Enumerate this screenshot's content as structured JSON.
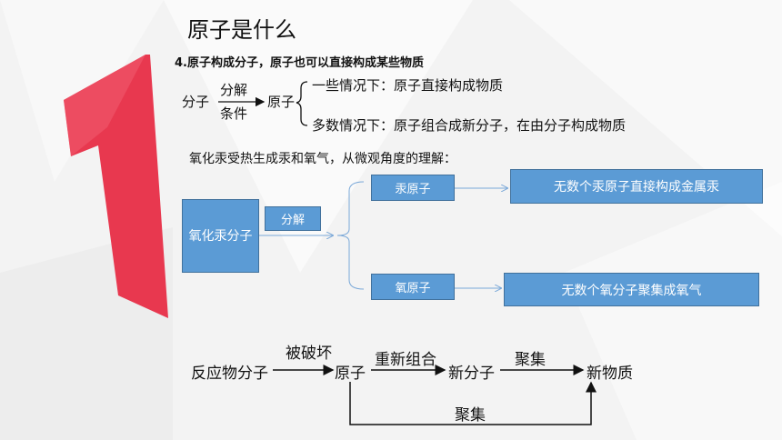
{
  "slide": {
    "title": "原子是什么",
    "subtitle": "4.原子构成分子，原子也可以直接构成某些物质"
  },
  "decomposition": {
    "left": "分子",
    "arrow_top": "分解",
    "arrow_bottom": "条件",
    "right": "原子",
    "case1": "一些情况下：原子直接构成物质",
    "case2": "多数情况下：原子组合成新分子，在由分子构成物质"
  },
  "mercury": {
    "intro": "氧化汞受热生成汞和氧气，从微观角度的理解：",
    "source_box": "氧化汞分子",
    "decompose_box": "分解",
    "atom1": "汞原子",
    "result1": "无数个汞原子直接构成金属汞",
    "atom2": "氧原子",
    "result2": "无数个氧分子聚集成氧气"
  },
  "flow": {
    "reactant": "反应物分子",
    "step1_label": "被破坏",
    "atoms": "原子",
    "step2_label": "重新组合",
    "new_molecules": "新分子",
    "step3_label": "聚集",
    "product": "新物质",
    "bypass_label": "聚集"
  },
  "colors": {
    "accent_red": "#e8384f",
    "box_blue": "#5b9bd5"
  }
}
